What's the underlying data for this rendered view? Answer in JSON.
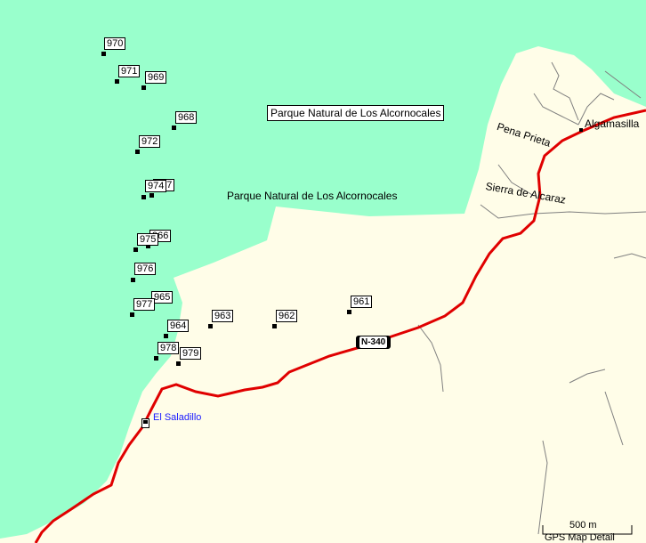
{
  "map": {
    "colors": {
      "park": "#99ffcc",
      "land": "#fffde8",
      "road": "#e00000",
      "track": "#7f7f7f"
    },
    "areas": [
      {
        "name": "Parque Natural de Los Alcornocales",
        "boxed": true
      },
      {
        "name": "Parque Natural de Los Alcornocales",
        "boxed": false
      }
    ],
    "places": [
      "Algamasilla",
      "Pena Prieta",
      "Sierra de Alcaraz"
    ],
    "poi": {
      "label": "El Saladillo",
      "icon": "fuel-pump-icon"
    },
    "road": {
      "ref": "N-340"
    },
    "waypoints": [
      "970",
      "971",
      "969",
      "968",
      "972",
      "974",
      "967",
      "975",
      "966",
      "976",
      "977",
      "965",
      "964",
      "963",
      "962",
      "961",
      "978",
      "979"
    ],
    "scale": {
      "distance": "500 m",
      "caption": "GPS Map Detail"
    }
  }
}
